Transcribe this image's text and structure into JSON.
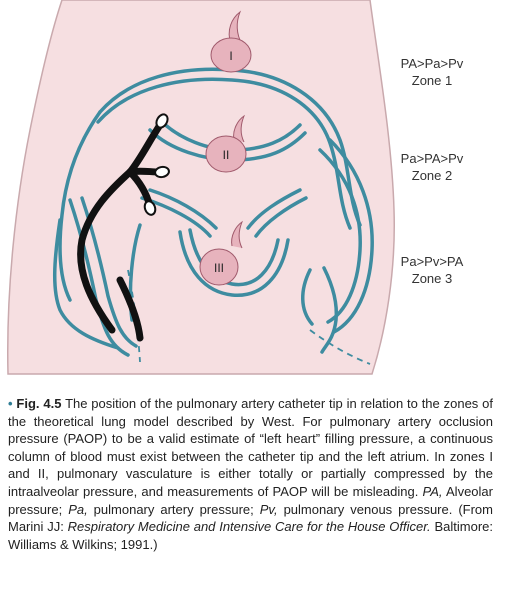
{
  "zones": [
    {
      "roman": "I",
      "relation": "PA>Pa>Pv",
      "name": "Zone 1"
    },
    {
      "roman": "II",
      "relation": "Pa>PA>Pv",
      "name": "Zone 2"
    },
    {
      "roman": "III",
      "relation": "Pa>Pv>PA",
      "name": "Zone 3"
    }
  ],
  "caption": {
    "bullet": "•",
    "fig_label": "Fig. 4.5",
    "t1": " The position of the pulmonary artery catheter tip in relation to the zones of the theoretical lung model described by West. For pulmonary artery occlusion pressure (PAOP) to be a valid estimate of “left heart” filling pressure, a continuous column of blood must exist between the catheter tip and the left atrium. In zones I and II, pulmonary vasculature is either totally or partially compressed by the intraalveolar pressure, and measurements of PAOP will be misleading. ",
    "pa_abbr": "PA,",
    "t2": " Alveolar pressure; ",
    "pa2_abbr": "Pa,",
    "t3": " pulmonary artery pressure; ",
    "pv_abbr": "Pv,",
    "t4": " pulmonary venous pressure. (From Marini JJ: ",
    "source_title": "Respiratory Medicine and Intensive Care for the House Officer.",
    "t5": " Baltimore: Williams & Wilkins; 1991.)"
  },
  "colors": {
    "lung": "#f6dfe1",
    "lung_edge": "#c9a9ad",
    "vessel": "#3e8ca0",
    "alveolus": "#e7b3bd",
    "catheter": "#111111"
  }
}
